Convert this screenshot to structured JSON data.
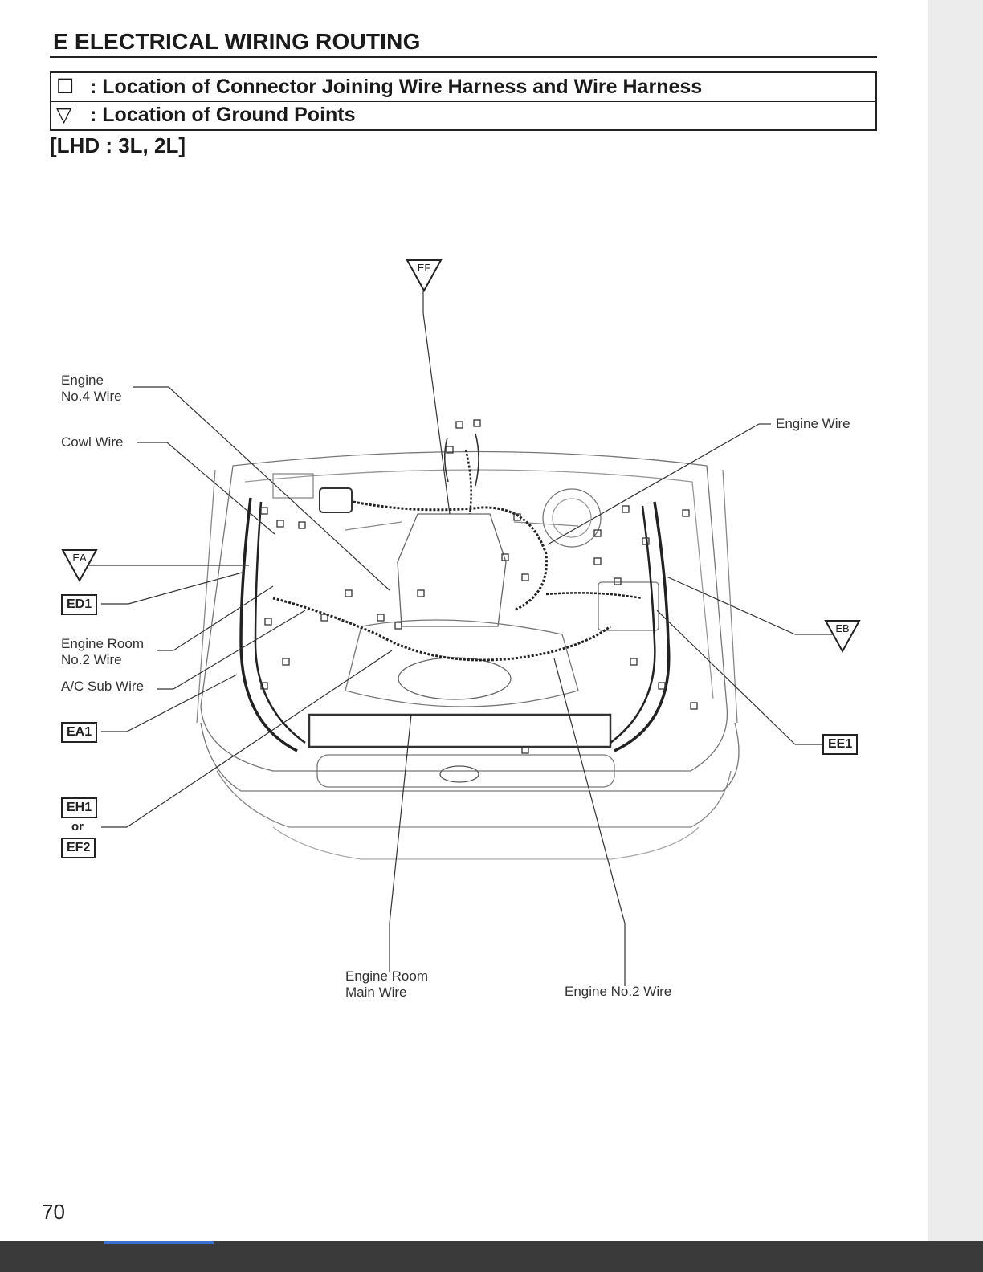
{
  "header": {
    "section_title": "E  ELECTRICAL WIRING ROUTING",
    "legend": [
      {
        "symbol_icon": "rectangle-connector-icon",
        "symbol": "☐",
        "text": ": Location of Connector Joining Wire Harness and Wire Harness"
      },
      {
        "symbol_icon": "triangle-ground-icon",
        "symbol": "▽",
        "text": ": Location of Ground Points"
      }
    ],
    "variant": "[LHD : 3L, 2L]"
  },
  "diagram": {
    "wire_labels": {
      "engine_no4_line1": "Engine",
      "engine_no4_line2": "No.4 Wire",
      "cowl": "Cowl Wire",
      "engine_room_no2_line1": "Engine Room",
      "engine_room_no2_line2": "No.2 Wire",
      "ac_sub": "A/C Sub Wire",
      "engine": "Engine Wire",
      "engine_room_main_line1": "Engine Room",
      "engine_room_main_line2": "Main Wire",
      "engine_no2": "Engine No.2 Wire"
    },
    "connectors": {
      "ed1": "ED1",
      "ea1": "EA1",
      "eh1": "EH1",
      "or": "or",
      "ef2": "EF2",
      "ee1": "EE1"
    },
    "ground_points": {
      "ef": "EF",
      "ea": "EA",
      "eb": "EB"
    }
  },
  "footer": {
    "page_number": "70"
  },
  "colors": {
    "ink": "#1a1a1a",
    "line_art": "#555555",
    "page": "#ffffff"
  }
}
